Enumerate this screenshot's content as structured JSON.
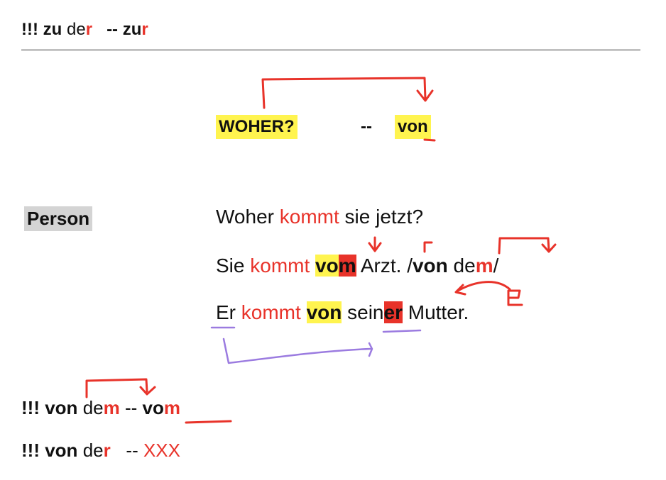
{
  "header": {
    "marks": "!!!",
    "zu": "zu",
    "de": "de",
    "r1": "r",
    "dash": "--",
    "zu2": "zu",
    "r2": "r"
  },
  "woher": {
    "question": "WOHER?",
    "dash": "--",
    "von": "von"
  },
  "category": {
    "label": "Person"
  },
  "sentences": {
    "s1": {
      "w1": "Woher",
      "w2": "kommt",
      "w3": "sie jetzt?"
    },
    "s2": {
      "w1": "Sie",
      "w2": "kommt",
      "vo": "vo",
      "m": "m",
      "arzt": "Arzt. /",
      "von": "von",
      "de": "de",
      "m2": "m",
      "slash": "/"
    },
    "s3": {
      "w1": "Er",
      "w2": "kommt",
      "von": "von",
      "sein": "sein",
      "er": "er",
      "mutter": "Mutter."
    }
  },
  "rules": {
    "r1": {
      "marks": "!!!",
      "von": "von",
      "de": "de",
      "m": "m",
      "dash": "--",
      "vo": "vo",
      "m2": "m"
    },
    "r2": {
      "marks": "!!!",
      "von": "von",
      "de": "de",
      "r": "r",
      "dash": "--",
      "xxx": "XXX"
    }
  },
  "colors": {
    "red": "#e8332a",
    "highlight_yellow": "#fff44f",
    "highlight_gray": "#d4d4d4",
    "ink_red": "#e8332a",
    "ink_purple": "#9b7be0"
  }
}
